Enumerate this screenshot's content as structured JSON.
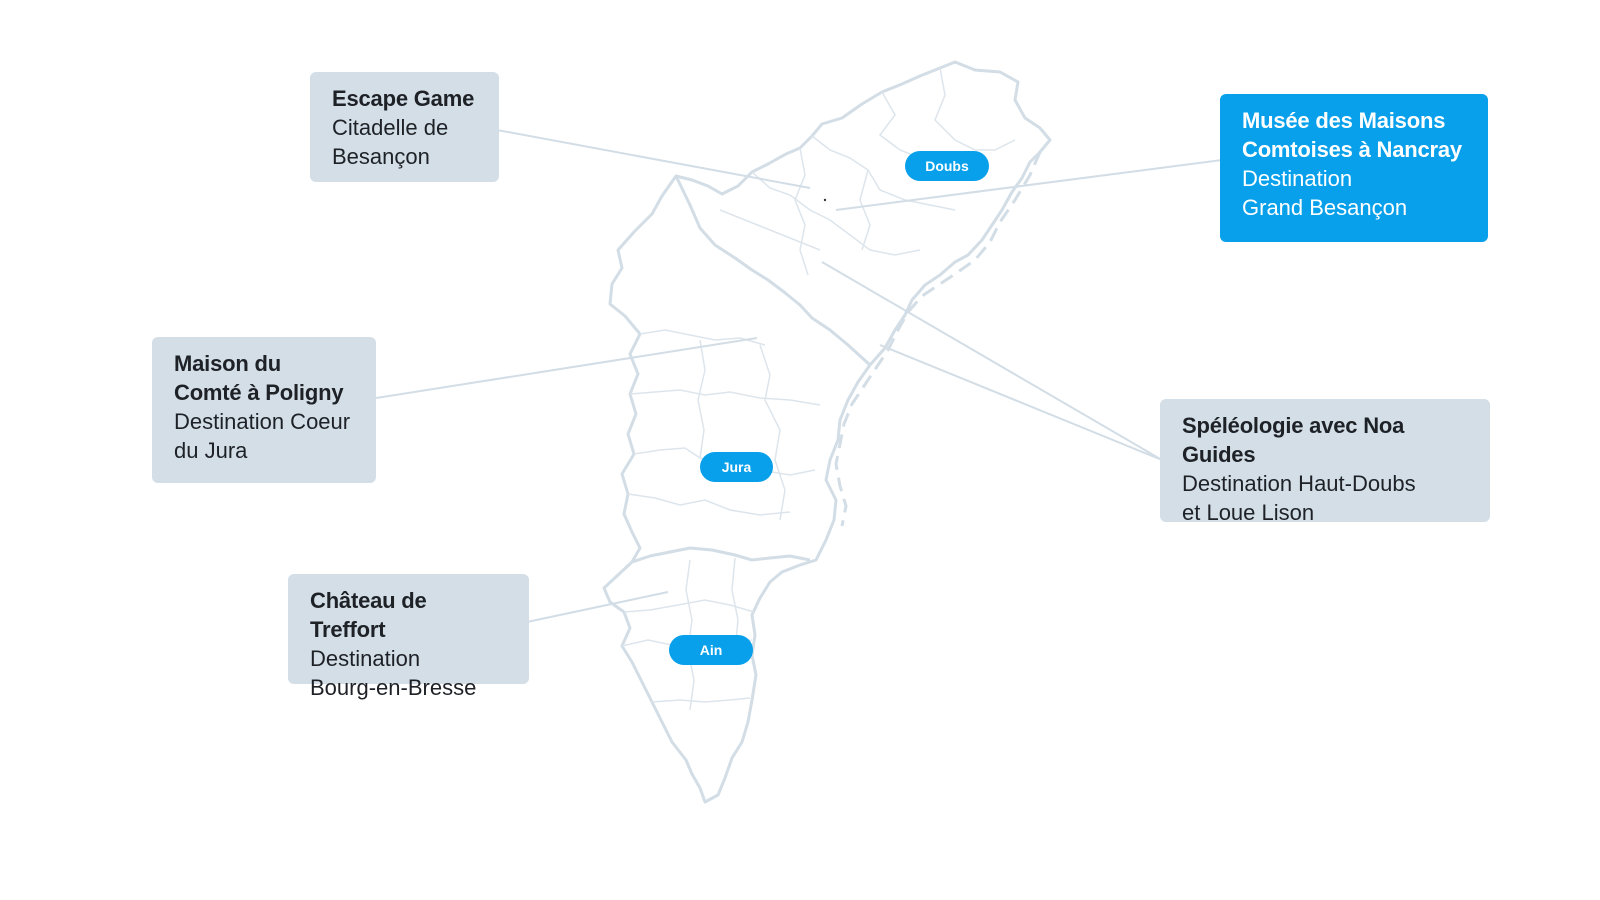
{
  "colors": {
    "accent": "#08a0eb",
    "card_background": "#d3dee7",
    "map_outline": "#d2dde6",
    "text": "#1e2227"
  },
  "map": {
    "regions": [
      {
        "id": "doubs",
        "label": "Doubs"
      },
      {
        "id": "jura",
        "label": "Jura"
      },
      {
        "id": "ain",
        "label": "Ain"
      }
    ]
  },
  "cards": [
    {
      "id": "escape-game",
      "style": "grey",
      "title": "Escape Game",
      "lines": [
        "Citadelle de",
        "Besançon"
      ]
    },
    {
      "id": "musee-maisons-comtoises",
      "style": "blue",
      "title": "Musée des Maisons Comtoises à Nancray",
      "lines": [
        "Destination",
        "Grand Besançon"
      ]
    },
    {
      "id": "maison-du-comte",
      "style": "grey",
      "title": "Maison du Comté à Poligny",
      "lines": [
        "Destination Coeur",
        "du Jura"
      ]
    },
    {
      "id": "speleologie",
      "style": "grey",
      "title": "Spéléologie avec Noa Guides",
      "lines": [
        "Destination Haut-Doubs",
        "et Loue Lison"
      ]
    },
    {
      "id": "chateau-treffort",
      "style": "grey",
      "title": "Château de Treffort",
      "lines": [
        "Destination",
        "Bourg-en-Bresse"
      ]
    }
  ]
}
